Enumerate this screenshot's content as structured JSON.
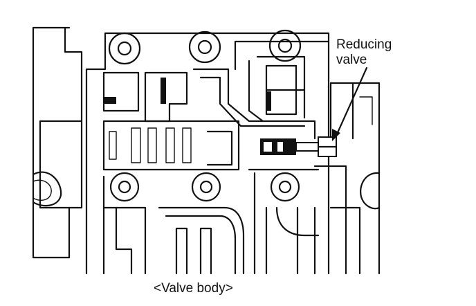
{
  "callout": {
    "line1": "Reducing",
    "line2": "valve"
  },
  "caption": "<Valve body>",
  "colors": {
    "ink": "#111111",
    "background": "#ffffff"
  }
}
